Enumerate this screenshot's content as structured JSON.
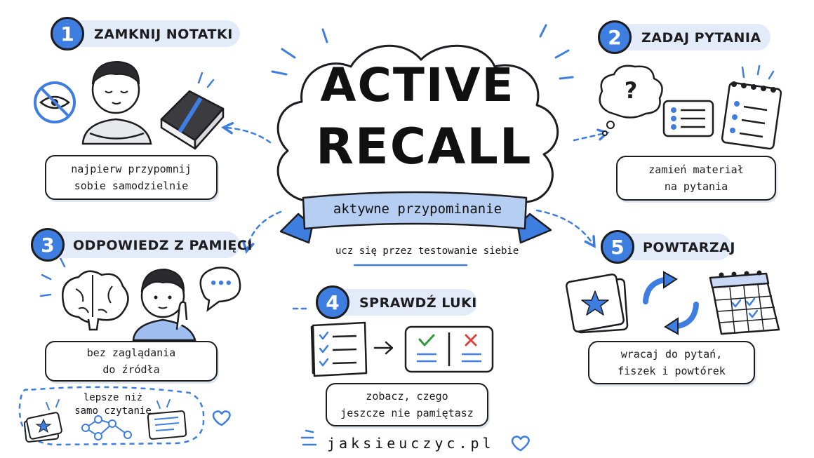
{
  "title": {
    "line1": "ACTIVE",
    "line2": "RECALL",
    "ribbon": "aktywne przypominanie",
    "tagline": "ucz się przez testowanie siebie"
  },
  "steps": [
    {
      "number": "1",
      "title": "ZAMKNIJ NOTATKI",
      "lines": [
        "najpierw przypomnij",
        "sobie samodzielnie"
      ]
    },
    {
      "number": "2",
      "title": "ZADAJ PYTANIA",
      "lines": [
        "zamień materiał",
        "na pytania"
      ]
    },
    {
      "number": "3",
      "title": "ODPOWIEDZ Z PAMIĘCI",
      "lines": [
        "bez zaglądania",
        "do źródła"
      ]
    },
    {
      "number": "4",
      "title": "SPRAWDŹ LUKI",
      "lines": [
        "zobacz, czego",
        "jeszcze nie pamiętasz"
      ]
    },
    {
      "number": "5",
      "title": "POWTARZAJ",
      "lines": [
        "wracaj do pytań,",
        "fiszek i powtórek"
      ]
    }
  ],
  "bonus": {
    "line1": "lepsze niż",
    "line2": "samo czytanie"
  },
  "thought_bubble": "?",
  "speech_bubble": "•••",
  "footer": "jaksieuczyc.pl",
  "colors": {
    "accent": "#3d7ee0",
    "light": "#e3ebf8",
    "ink": "#1d1d1f",
    "check": "#2e9a3c",
    "cross": "#d8443a"
  }
}
